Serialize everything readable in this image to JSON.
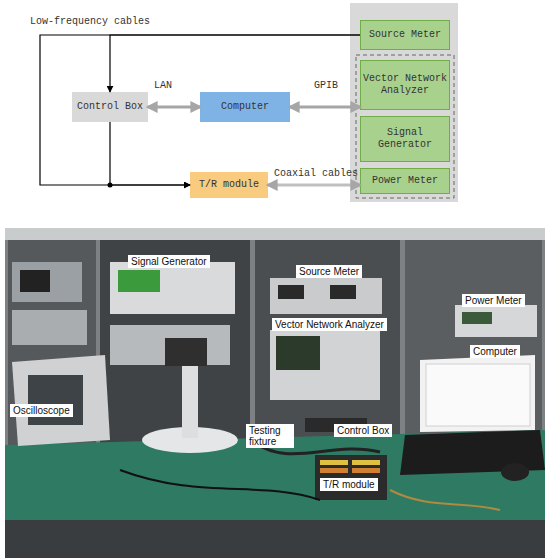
{
  "diagram": {
    "nodes": [
      {
        "text": [
          "Source Meter"
        ]
      },
      {
        "text": [
          "Vector Network Analyzer"
        ]
      },
      {
        "text": [
          "Signal Generator"
        ]
      },
      {
        "text": [
          "Power Meter"
        ]
      },
      {
        "text": [
          "Control Box"
        ]
      },
      {
        "text": [
          "Computer"
        ]
      },
      {
        "text": [
          "T/R module"
        ]
      }
    ],
    "edges": [
      {
        "from": 0,
        "to": 4,
        "arrow": "to",
        "label": "Low-frequency cables"
      },
      {
        "from": 0,
        "to": 6,
        "arrow": "to"
      },
      {
        "from": 4,
        "to": 6,
        "arrow": "to"
      },
      {
        "from": 4,
        "to": 5,
        "arrow": "both",
        "label": "LAN"
      },
      {
        "from": 5,
        "to": 1,
        "arrow": "both",
        "label": "GPIB"
      },
      {
        "from": 6,
        "to": 3,
        "arrow": "both",
        "label": "Coaxial cables"
      }
    ],
    "labels": [
      "Signal Generator",
      "Source Meter",
      "Power Meter",
      "Vector Network Analyzer",
      "Computer",
      "Oscilloscope",
      "Control Box",
      "Testing fixture",
      "T/R module"
    ]
  }
}
